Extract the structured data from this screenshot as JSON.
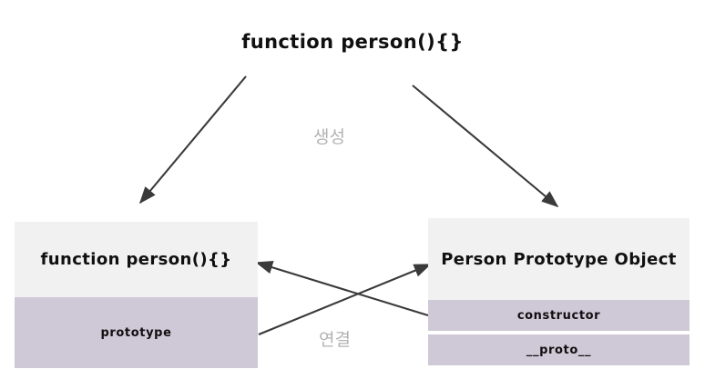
{
  "diagram": {
    "title_node": {
      "label": "function person(){}"
    },
    "edge_labels": {
      "creation": "생성",
      "link": "연결"
    },
    "nodes": [
      {
        "id": "function-person",
        "header": "function person(){}",
        "rows": [
          "prototype"
        ]
      },
      {
        "id": "person-prototype-object",
        "header": "Person Prototype Object",
        "rows": [
          "constructor",
          "__proto__"
        ]
      }
    ],
    "colors": {
      "header_bg": "#f1f1f1",
      "row_bg": "#cfc8d7",
      "arrow": "#3a3a3a",
      "label_text": "#b3b3b3",
      "text": "#101010",
      "background": "#ffffff"
    },
    "arrows": [
      {
        "name": "create-function-arrow",
        "from": "function person(){}",
        "to": "function person(){} box",
        "label": "생성"
      },
      {
        "name": "create-prototype-arrow",
        "from": "function person(){}",
        "to": "Person Prototype Object box",
        "label": "생성"
      },
      {
        "name": "prototype-to-object-arrow",
        "from": "prototype",
        "to": "Person Prototype Object",
        "label": "연결"
      },
      {
        "name": "constructor-to-function-arrow",
        "from": "constructor",
        "to": "function person(){}",
        "label": "연결"
      }
    ]
  }
}
